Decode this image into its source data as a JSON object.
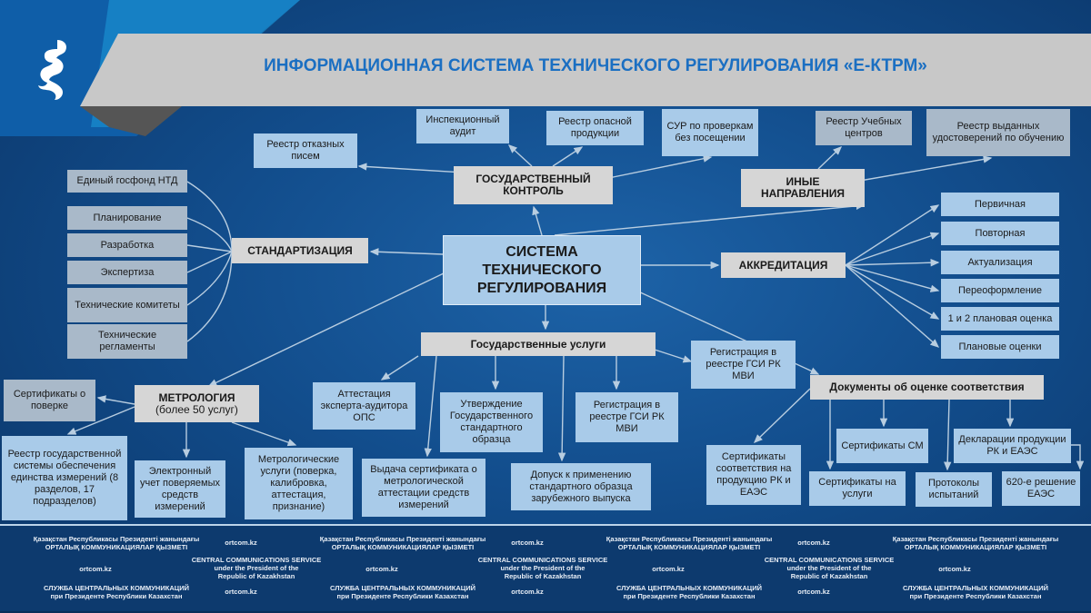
{
  "title": "ИНФОРМАЦИОННАЯ СИСТЕМА ТЕХНИЧЕСКОГО РЕГУЛИРОВАНИЯ «Е-КТРМ»",
  "center": "СИСТЕМА ТЕХНИЧЕСКОГО РЕГУЛИРОВАНИЯ",
  "gos_control": {
    "label": "ГОСУДАРСТВЕННЫЙ КОНТРОЛЬ",
    "items": [
      "Реестр отказных писем",
      "Инспекционный аудит",
      "Реестр опасной продукции",
      "СУР по проверкам без посещении"
    ]
  },
  "other": {
    "label": "ИНЫЕ НАПРАВЛЕНИЯ",
    "items": [
      "Реестр Учебных центров",
      "Реестр выданных удостоверений по обучению"
    ]
  },
  "standard": {
    "label": "СТАНДАРТИЗАЦИЯ",
    "items": [
      "Единый госфонд НТД",
      "Планирование",
      "Разработка",
      "Экспертиза",
      "Технические комитеты",
      "Технические регламенты"
    ]
  },
  "accred": {
    "label": "АККРЕДИТАЦИЯ",
    "items": [
      "Первичная",
      "Повторная",
      "Актуализация",
      "Переоформление",
      "1 и 2 плановая оценка",
      "Плановые оценки"
    ]
  },
  "gos_services": {
    "label": "Государственные услуги",
    "items": [
      "Аттестация эксперта-аудитора ОПС",
      "Выдача сертификата о метрологической аттестации средств измерений",
      "Утверждение Государственного стандартного образца",
      "Допуск к применению стандартного образца зарубежного выпуска",
      "Регистрация в реестре ГСИ РК МВИ",
      "Регистрация в реестре ГСИ РК МВИ"
    ]
  },
  "metrology": {
    "label": "МЕТРОЛОГИЯ",
    "sub": "(более 50 услуг)",
    "items": [
      "Сертификаты о поверке",
      "Реестр государственной системы обеспечения единства измерений (8 разделов, 17 подразделов)",
      "Электронный учет поверяемых средств измерений",
      "Метрологические услуги (поверка, калибровка, аттестация, признание)"
    ]
  },
  "docs": {
    "label": "Документы об оценке соответствия",
    "items": [
      "Сертификаты соответствия на продукцию РК и ЕАЭС",
      "Сертификаты на услуги",
      "Сертификаты СМ",
      "Протоколы испытаний",
      "Декларации продукции РК и ЕАЭС",
      "620-е решение ЕАЭС"
    ]
  },
  "footer": {
    "kz1": "Қазақстан Республикасы Президенті жанындағы",
    "kz2": "ОРТАЛЫҚ КОММУНИКАЦИЯЛАР ҚЫЗМЕТІ",
    "en1": "CENTRAL COMMUNICATIONS SERVICE",
    "en2": "under the President of the",
    "en3": "Republic of Kazakhstan",
    "ru1": "СЛУЖБА ЦЕНТРАЛЬНЫХ КОММУНИКАЦИЙ",
    "ru2": "при Президенте Республики Казахстан",
    "site": "ortcom.kz"
  }
}
